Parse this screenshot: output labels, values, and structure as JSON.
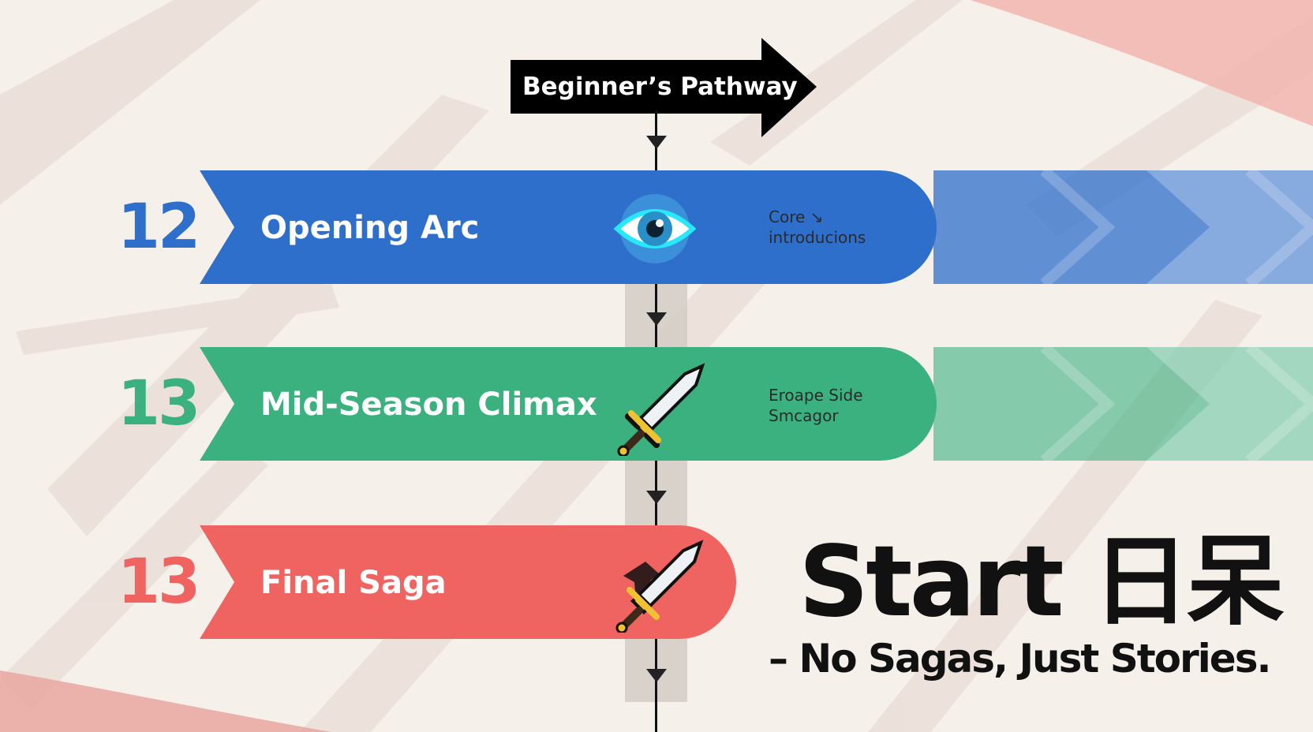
{
  "header": {
    "label": "Beginner’s Pathway"
  },
  "colors": {
    "background": "#f6f0eb",
    "opening": "#2f6fcc",
    "mid": "#3bb17f",
    "final": "#ef6461",
    "text_dark": "#111111"
  },
  "arcs": [
    {
      "count": "12",
      "title": "Opening Arc",
      "note_line1": "Core   ↘",
      "note_line2": "introducions",
      "icon": "eye-icon",
      "color": "#2f6fcc"
    },
    {
      "count": "13",
      "title": "Mid-Season Climax",
      "note_line1": "Eroape    Side",
      "note_line2": "Smcagor",
      "icon": "sword-icon",
      "color": "#3bb17f"
    },
    {
      "count": "13",
      "title": "Final Saga",
      "icon": "sword-icon",
      "color": "#ef6461"
    }
  ],
  "slogan": {
    "title": "Start 日呆",
    "subtitle": "– No Sagas, Just Stories."
  }
}
